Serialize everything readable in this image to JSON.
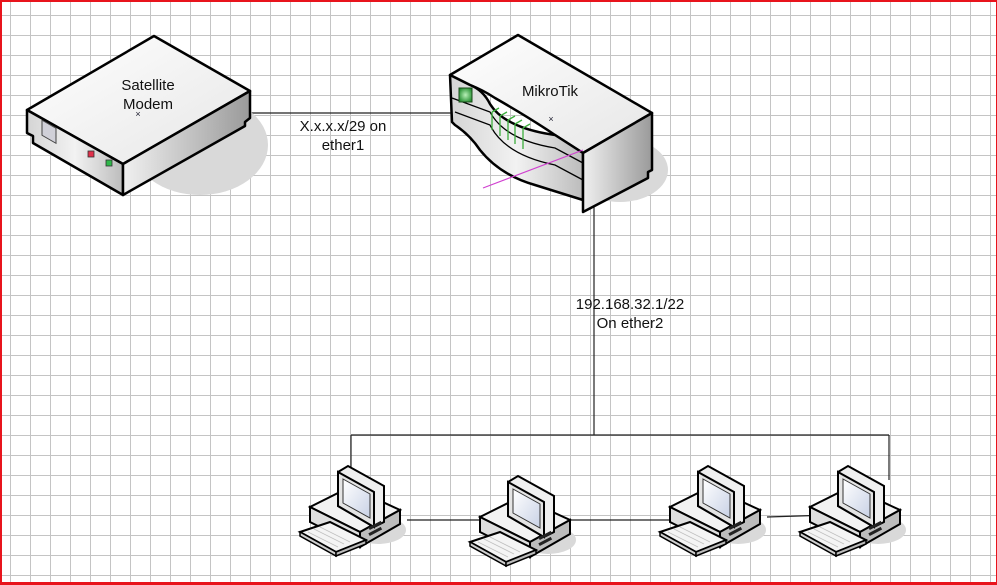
{
  "diagram": {
    "border_color": "#e8141c",
    "grid_color": "#c4c4c4",
    "nodes": {
      "modem": {
        "label_line1": "Satellite",
        "label_line2": "Modem"
      },
      "router": {
        "label": "MikroTik"
      },
      "pcs": [
        {
          "id": "pc-1"
        },
        {
          "id": "pc-2"
        },
        {
          "id": "pc-3"
        },
        {
          "id": "pc-4"
        }
      ]
    },
    "links": {
      "wan": {
        "line1": "X.x.x.x/29 on",
        "line2": "ether1"
      },
      "lan": {
        "line1": "192.168.32.1/22",
        "line2": "On ether2"
      }
    },
    "colors": {
      "device_top": "#f4f4f4",
      "device_side": "#c8c8c8",
      "led_red": "#e0304a",
      "led_green": "#2fb84a",
      "router_port_green": "#3cae3c",
      "magenta_line": "#d040d0",
      "shadow": "#d9d9d9"
    }
  }
}
